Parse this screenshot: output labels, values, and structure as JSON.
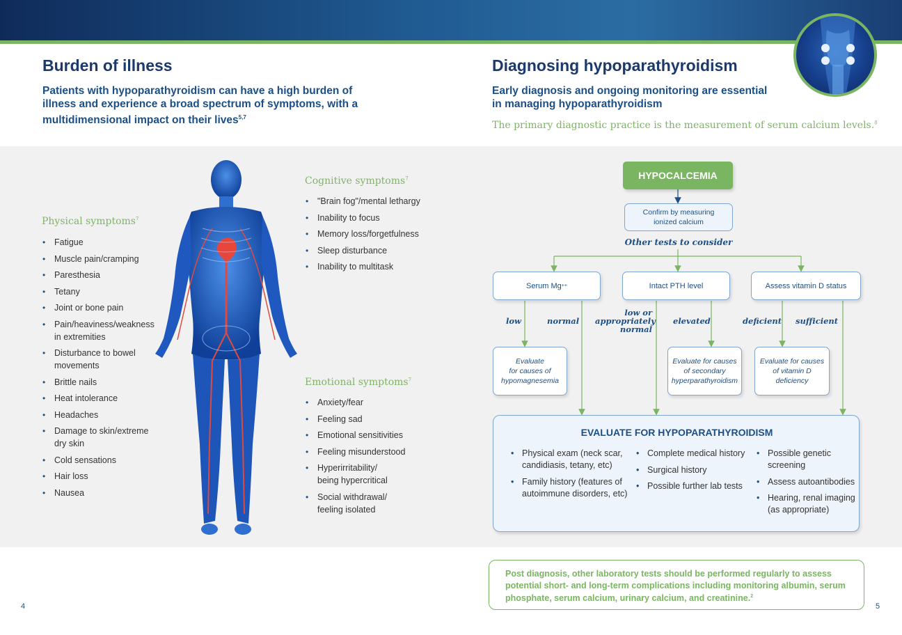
{
  "left": {
    "title": "Burden of illness",
    "subtitle_line1": "Patients with hypoparathyroidism can have a high burden of",
    "subtitle_line2": "illness and experience a broad spectrum of symptoms, with a",
    "subtitle_line3": "multidimensional impact on their lives",
    "subtitle_ref": "5,7",
    "physical": {
      "title": "Physical symptoms",
      "ref": "7",
      "items": [
        "Fatigue",
        "Muscle pain/cramping",
        "Paresthesia",
        "Tetany",
        "Joint or bone pain",
        "Pain/heaviness/weakness",
        "in extremities",
        "Disturbance to bowel",
        "movements",
        "Brittle nails",
        "Heat intolerance",
        "Headaches",
        "Damage to skin/extreme",
        "dry skin",
        "Cold sensations",
        "Hair loss",
        "Nausea"
      ]
    },
    "cognitive": {
      "title": "Cognitive symptoms",
      "ref": "7",
      "items": [
        "\"Brain fog\"/mental lethargy",
        "Inability to focus",
        "Memory loss/forgetfulness",
        "Sleep disturbance",
        "Inability to multitask"
      ]
    },
    "emotional": {
      "title": "Emotional symptoms",
      "ref": "7",
      "items": [
        "Anxiety/fear",
        "Feeling sad",
        "Emotional sensitivities",
        "Feeling misunderstood",
        "Hyperirritability/",
        "being hypercritical",
        "Social withdrawal/",
        "feeling isolated"
      ]
    },
    "page_number": "4"
  },
  "right": {
    "title": "Diagnosing hypoparathyroidism",
    "subtitle_line1": "Early diagnosis and ongoing monitoring are essential",
    "subtitle_line2": "in managing hypoparathyroidism",
    "note": "The primary diagnostic practice is the measurement of serum calcium levels.",
    "note_ref": "8",
    "flow": {
      "start": "HYPOCALCEMIA",
      "confirm_line1": "Confirm by measuring",
      "confirm_line2": "ionized calcium",
      "other_tests": "Other tests to consider",
      "test1": "Serum Mg",
      "test1_sup": "++",
      "test2": "Intact PTH level",
      "test3": "Assess vitamin D status",
      "labels": {
        "low": "low",
        "normal": "normal",
        "low_or_line1": "low or",
        "low_or_line2": "appropriately",
        "low_or_line3": "normal",
        "elevated": "elevated",
        "deficient": "deficient",
        "sufficient": "sufficient"
      },
      "result1": [
        "Evaluate",
        "for causes of",
        "hypomagnesemia"
      ],
      "result2": [
        "Evaluate for causes",
        "of secondary",
        "hyperparathyroidism"
      ],
      "result3": [
        "Evaluate for causes",
        "of vitamin D",
        "deficiency"
      ],
      "evaluate_title": "EVALUATE FOR HYPOPARATHYROIDISM",
      "col1": [
        "Physical exam (neck scar,",
        "candidiasis, tetany, etc)",
        "Family history (features of",
        "autoimmune disorders, etc)"
      ],
      "col2": [
        "Complete medical history",
        "Surgical history",
        "Possible further lab tests"
      ],
      "col3": [
        "Possible genetic",
        "screening",
        "Assess autoantibodies",
        "Hearing, renal imaging",
        "(as appropriate)"
      ]
    },
    "post_line1": "Post diagnosis, other laboratory tests should be performed regularly to assess",
    "post_line2": "potential short- and long-term complications including monitoring albumin, serum",
    "post_line3": "phosphate, serum calcium, urinary calcium, and creatinine.",
    "post_ref": "2",
    "page_number": "5"
  },
  "colors": {
    "navy": "#1b3a6b",
    "green": "#7ab661",
    "blue_text": "#1c4f86",
    "grey_band": "#f1f1f1"
  }
}
